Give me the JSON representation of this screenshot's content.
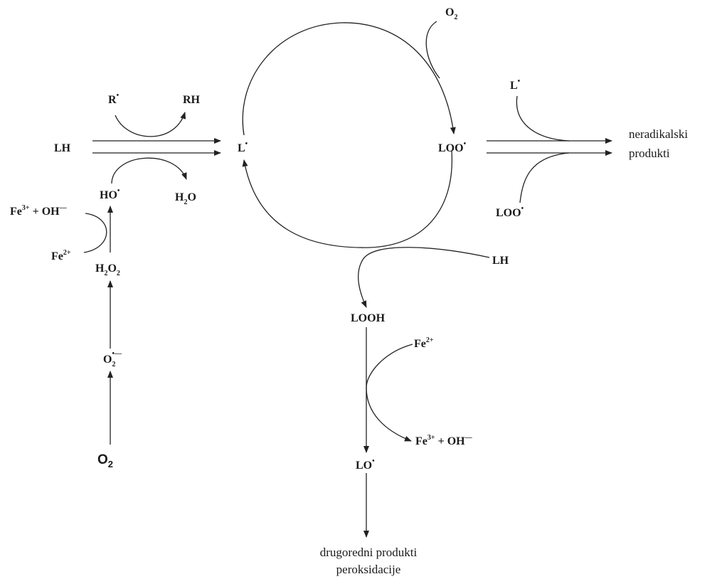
{
  "diagram": {
    "species": {
      "o2_top": {
        "main": "O",
        "sub": "2"
      },
      "r_rad": {
        "main": "R",
        "sup": "•"
      },
      "rh": {
        "main": "RH"
      },
      "lh_left": {
        "main": "LH"
      },
      "l_rad": {
        "main": "L",
        "sup": "•"
      },
      "loo_rad": {
        "main": "LOO",
        "sup": "•"
      },
      "ho_rad": {
        "main": "HO",
        "sup": "•"
      },
      "h2o": {
        "main": "H",
        "sub": "2",
        "tail": "O"
      },
      "fe3_oh_left": {
        "main": "Fe",
        "sup": "3+",
        "tail": " + OH",
        "tail_sup": "—"
      },
      "fe2_left": {
        "main": "Fe",
        "sup": "2+"
      },
      "h2o2": {
        "main": "H",
        "sub": "2",
        "mid": "O",
        "sub2": "2"
      },
      "superoxide": {
        "main": "O",
        "sub": "2",
        "sup": "•—"
      },
      "o2_bottom": {
        "main": "O",
        "sub": "2"
      },
      "l_rad_right": {
        "main": "L",
        "sup": "•"
      },
      "loo_rad_bottom": {
        "main": "LOO",
        "sup": "•"
      },
      "lh_right": {
        "main": "LH"
      },
      "looh": {
        "main": "LOOH"
      },
      "fe2_right": {
        "main": "Fe",
        "sup": "2+"
      },
      "fe3_oh_right": {
        "main": "Fe",
        "sup": "3+",
        "tail": " + OH",
        "tail_sup": "—"
      },
      "lo_rad": {
        "main": "LO",
        "sup": "•"
      }
    },
    "products": {
      "nonradical_line1": "neradikalski",
      "nonradical_line2": "produkti",
      "secondary_line1": "drugoredni produkti",
      "secondary_line2": "peroksidacije"
    }
  }
}
